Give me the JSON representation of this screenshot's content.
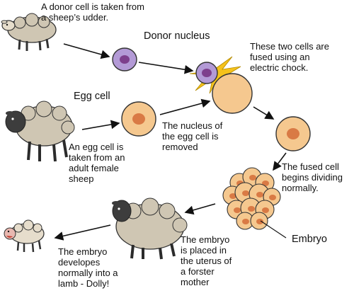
{
  "labels": {
    "donor_cell": "A donor cell is taken from\na sheep’s udder.",
    "donor_nucleus": "Donor nucleus",
    "fused": "These two cells are\nfused using an\nelectric chock.",
    "egg_cell": "Egg cell",
    "egg_taken": "An egg cell is\ntaken from an\nadult female\nsheep",
    "nucleus_removed": "The nucleus of\nthe egg cell is\nremoved",
    "fused_divides": "The fused cell\nbegins dividing\nnormally.",
    "embryo": "Embryo",
    "embryo_placed": "The embryo\nis placed in\nthe uterus of\na forster\nmother",
    "lamb": "The embryo\ndevelopes\nnormally into a\nlamb - Dolly!"
  },
  "colors": {
    "egg_fill": "#f5c88f",
    "egg_nucleus": "#d97a45",
    "donor_fill": "#b39ad6",
    "donor_nucleus": "#7d3f8c",
    "spark": "#f5c21b",
    "wool": "#cfc6b3",
    "sheep_face_dark": "#3d3d3d",
    "lamb_face": "#e8b8b0"
  }
}
